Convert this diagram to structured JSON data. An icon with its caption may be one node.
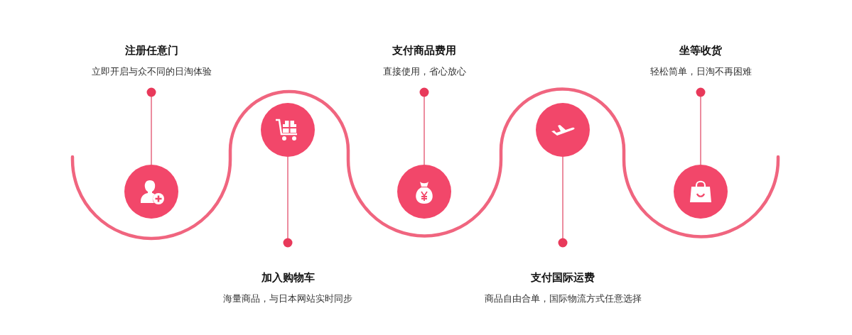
{
  "diagram": {
    "nodes": [
      {
        "text": [
          "注册任意门",
          "立即开启与众不同的日淘体验"
        ]
      },
      {
        "text": [],
        "shape": "circle"
      },
      {
        "text": [
          "加入购物车",
          "海量商品，与日本网站实时同步"
        ]
      },
      {
        "text": [],
        "shape": "circle"
      },
      {
        "text": [
          "支付商品费用",
          "直接使用，省心放心"
        ]
      },
      {
        "text": [],
        "shape": "circle"
      },
      {
        "text": [
          "支付国际运费",
          "商品自由合单，国际物流方式任意选择"
        ]
      },
      {
        "text": [],
        "shape": "circle"
      },
      {
        "text": [
          "坐等收货",
          "轻松简单，日淘不再困难"
        ]
      },
      {
        "text": [],
        "shape": "circle"
      }
    ],
    "edges": [
      {
        "from": 0,
        "to": 1,
        "arrow": "other"
      },
      {
        "from": 2,
        "to": 3,
        "arrow": "other"
      },
      {
        "from": 4,
        "to": 5,
        "arrow": "other"
      },
      {
        "from": 6,
        "to": 7,
        "arrow": "other"
      },
      {
        "from": 8,
        "to": 9,
        "arrow": "other"
      }
    ]
  }
}
